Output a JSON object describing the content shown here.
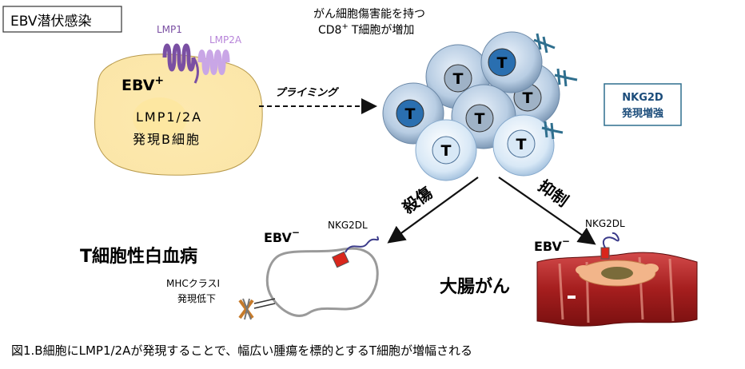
{
  "title_box": "EBV潜伏感染",
  "receptors": {
    "lmp1": "LMP1",
    "lmp2a": "LMP2A"
  },
  "b_cell": {
    "ebv": "EBV",
    "ebv_sup": "+",
    "line1": "LMP1/2A",
    "line2": "発現B細胞"
  },
  "priming_label": "プライミング",
  "t_cells": {
    "caption_line1": "がん細胞傷害能を持つ",
    "caption_line2_a": "CD8",
    "caption_line2_sup": "+",
    "caption_line2_b": "T細胞が増加",
    "cell_label": "T"
  },
  "nkg2d_box": {
    "line1": "NKG2D",
    "line2": "発現増強"
  },
  "arrow_left_label": "殺傷",
  "arrow_right_label": "抑制",
  "left_target": {
    "ebv": "EBV",
    "ebv_sup": "−",
    "ligand": "NKG2DL",
    "disease": "T細胞性白血病",
    "mhc_line1": "MHCクラスI",
    "mhc_line2": "発現低下"
  },
  "right_target": {
    "ebv": "EBV",
    "ebv_sup": "−",
    "ligand": "NKG2DL",
    "disease": "大腸がん"
  },
  "figure_caption": "図1.B細胞にLMP1/2Aが発現することで、幅広い腫瘍を標的とするT細胞が増幅される",
  "colors": {
    "b_cell_fill": "#fbe6a8",
    "lmp1": "#7a4fa3",
    "lmp2a": "#c9a6e6",
    "t_dark": "#2a6fb0",
    "t_mid": "#9fb2c6",
    "t_light": "#d8e8f6",
    "nkg2d_border": "#2f6f8e",
    "nkg2d_text": "#1b4c7a",
    "ligand_red": "#d9261c",
    "colon_red": "#a51e1e"
  }
}
